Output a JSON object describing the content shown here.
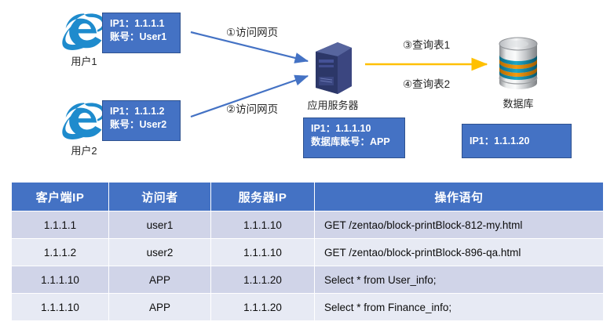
{
  "diagram": {
    "clients": [
      {
        "icon": "internet-explorer-icon",
        "label": "用户1",
        "info_line1": "IP1：1.1.1.1",
        "info_line2": "账号：User1"
      },
      {
        "icon": "internet-explorer-icon",
        "label": "用户2",
        "info_line1": "IP1：1.1.1.2",
        "info_line2": "账号：User2"
      }
    ],
    "server": {
      "icon": "server-tower-icon",
      "label": "应用服务器",
      "info_line1": "IP1：1.1.1.10",
      "info_line2": "数据库账号：APP"
    },
    "database": {
      "icon": "database-cylinder-icon",
      "label": "数据库",
      "info_line1": "IP1：1.1.1.20"
    },
    "flows": [
      {
        "label": "①访问网页",
        "color": "#4472C4"
      },
      {
        "label": "②访问网页",
        "color": "#4472C4"
      },
      {
        "label": "③查询表1",
        "color": "#FFC000"
      },
      {
        "label": "④查询表2",
        "color": "#FFC000"
      }
    ]
  },
  "table": {
    "headers": [
      "客户端IP",
      "访问者",
      "服务器IP",
      "操作语句"
    ],
    "rows": [
      [
        "1.1.1.1",
        "user1",
        "1.1.1.10",
        "GET  /zentao/block-printBlock-812-my.html"
      ],
      [
        "1.1.1.2",
        "user2",
        "1.1.1.10",
        "GET  /zentao/block-printBlock-896-qa.html"
      ],
      [
        "1.1.1.10",
        "APP",
        "1.1.1.20",
        "Select  *  from  User_info;"
      ],
      [
        "1.1.1.10",
        "APP",
        "1.1.1.20",
        "Select  *  from  Finance_info;"
      ]
    ]
  },
  "colors": {
    "header_blue": "#4472C4",
    "row_odd": "#D0D4E8",
    "row_even": "#E7EAF4",
    "arrow_blue": "#4472C4",
    "arrow_orange": "#FFC000"
  }
}
